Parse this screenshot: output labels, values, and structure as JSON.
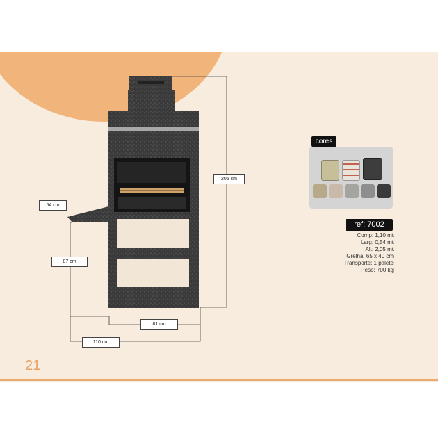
{
  "dimensions": {
    "height": "205 cm",
    "side_shelf": "54 cm",
    "shelf_height": "87 cm",
    "body_width": "81 cm",
    "total_width": "110 cm"
  },
  "colors": {
    "title": "cores",
    "swatch_labels": [
      "",
      "",
      ""
    ]
  },
  "product": {
    "ref": "ref: 7002",
    "specs": [
      "Comp: 1,10 mt",
      "Larg: 0,54 mt",
      "Alt: 2,05 mt",
      "Grelha: 65 x 40 cm",
      "Transporte: 1 palete",
      "Peso: 700 kg"
    ]
  },
  "page_number": "21"
}
